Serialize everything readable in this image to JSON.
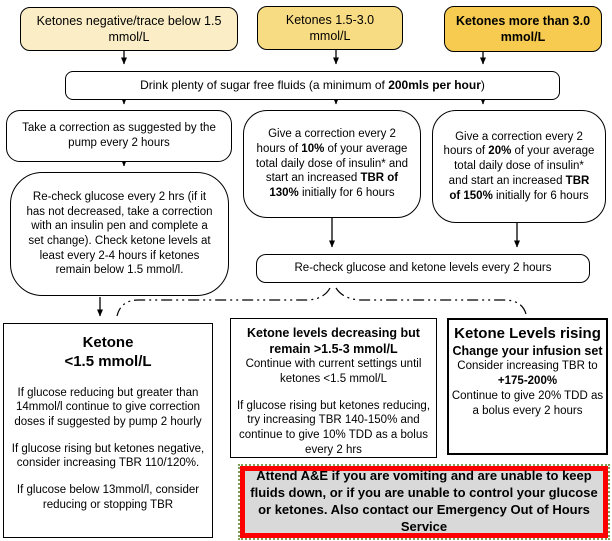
{
  "colors": {
    "box_cream": "#fbeec6",
    "box_yellow": "#f8dc84",
    "box_gold": "#f6cb4f",
    "warning_bg": "#d9d9d9",
    "warning_border": "#ff0000",
    "warning_outline": "#7f9f57",
    "line": "#000000"
  },
  "top_row": [
    {
      "text": "Ketones negative/trace below 1.5 mmol/L"
    },
    {
      "text": "Ketones 1.5-3.0 mmol/L"
    },
    {
      "text": "Ketones more than 3.0 mmol/L"
    }
  ],
  "fluids": [
    [
      [
        "Drink plenty of sugar free fluids (a minimum of ",
        false
      ],
      [
        "200mls per hour",
        true
      ],
      [
        ")",
        false
      ]
    ]
  ],
  "row2": {
    "take_correction": [
      [
        [
          "Take a correction as suggested by the pump every 2 hours",
          false
        ]
      ]
    ],
    "give_correction_10": [
      [
        [
          "Give a correction every 2 hours of ",
          false
        ],
        [
          "10%",
          true
        ],
        [
          " of your average total daily dose of insulin* and start an increased ",
          false
        ],
        [
          "TBR of 130%",
          true
        ],
        [
          " initially for 6 hours",
          false
        ]
      ]
    ],
    "give_correction_20": [
      [
        [
          "Give a correction every 2 hours of ",
          false
        ],
        [
          "20%",
          true
        ],
        [
          " of your average total daily dose of insulin* and start an increased ",
          false
        ],
        [
          "TBR of 150%",
          true
        ],
        [
          " initially for 6 hours",
          false
        ]
      ]
    ]
  },
  "recheck_glucose": [
    [
      [
        "Re-check glucose every 2 hrs (if it has not decreased, take a correction with an insulin pen and complete a set change). Check ketone levels at least every 2-4 hours if ketones remain below 1.5 mmol/l.",
        false
      ]
    ]
  ],
  "recheck_both": [
    [
      [
        "Re-check glucose and ketone levels every 2 hours",
        false
      ]
    ]
  ],
  "outcome_low": {
    "title_line1": "Ketone",
    "title_line2": "<1.5 mmol/L",
    "body": [
      [
        [
          "If glucose reducing but greater than 14mmol/l continue to give correction doses if suggested by pump 2 hourly",
          false
        ]
      ],
      [
        [
          "If glucose rising but ketones negative, consider increasing TBR 110/120%.",
          false
        ]
      ],
      [
        [
          "If glucose below 13mmol/l, consider reducing or stopping TBR",
          false
        ]
      ]
    ]
  },
  "outcome_decreasing": {
    "title": "Ketone levels decreasing but remain >1.5-3 mmol/L",
    "body": [
      [
        [
          "Continue with current settings until ketones <1.5 mmol/L",
          false
        ]
      ],
      [
        [
          "If glucose rising but ketones reducing, try increasing TBR 140-150% and continue to give 10% TDD as a bolus every 2 hrs",
          false
        ]
      ]
    ]
  },
  "outcome_rising": {
    "title": "Ketone Levels rising",
    "subtitle": "Change your infusion set",
    "body": [
      [
        [
          "Consider increasing TBR to ",
          false
        ],
        [
          "+175-200%",
          true
        ]
      ],
      [
        [
          "Continue to give 20% TDD as a bolus every 2 hours",
          false
        ]
      ]
    ]
  },
  "warning": {
    "text": "Attend A&E if you are vomiting and are unable to keep fluids down, or if you are unable to control your glucose or ketones. Also contact our Emergency Out of Hours Service"
  }
}
